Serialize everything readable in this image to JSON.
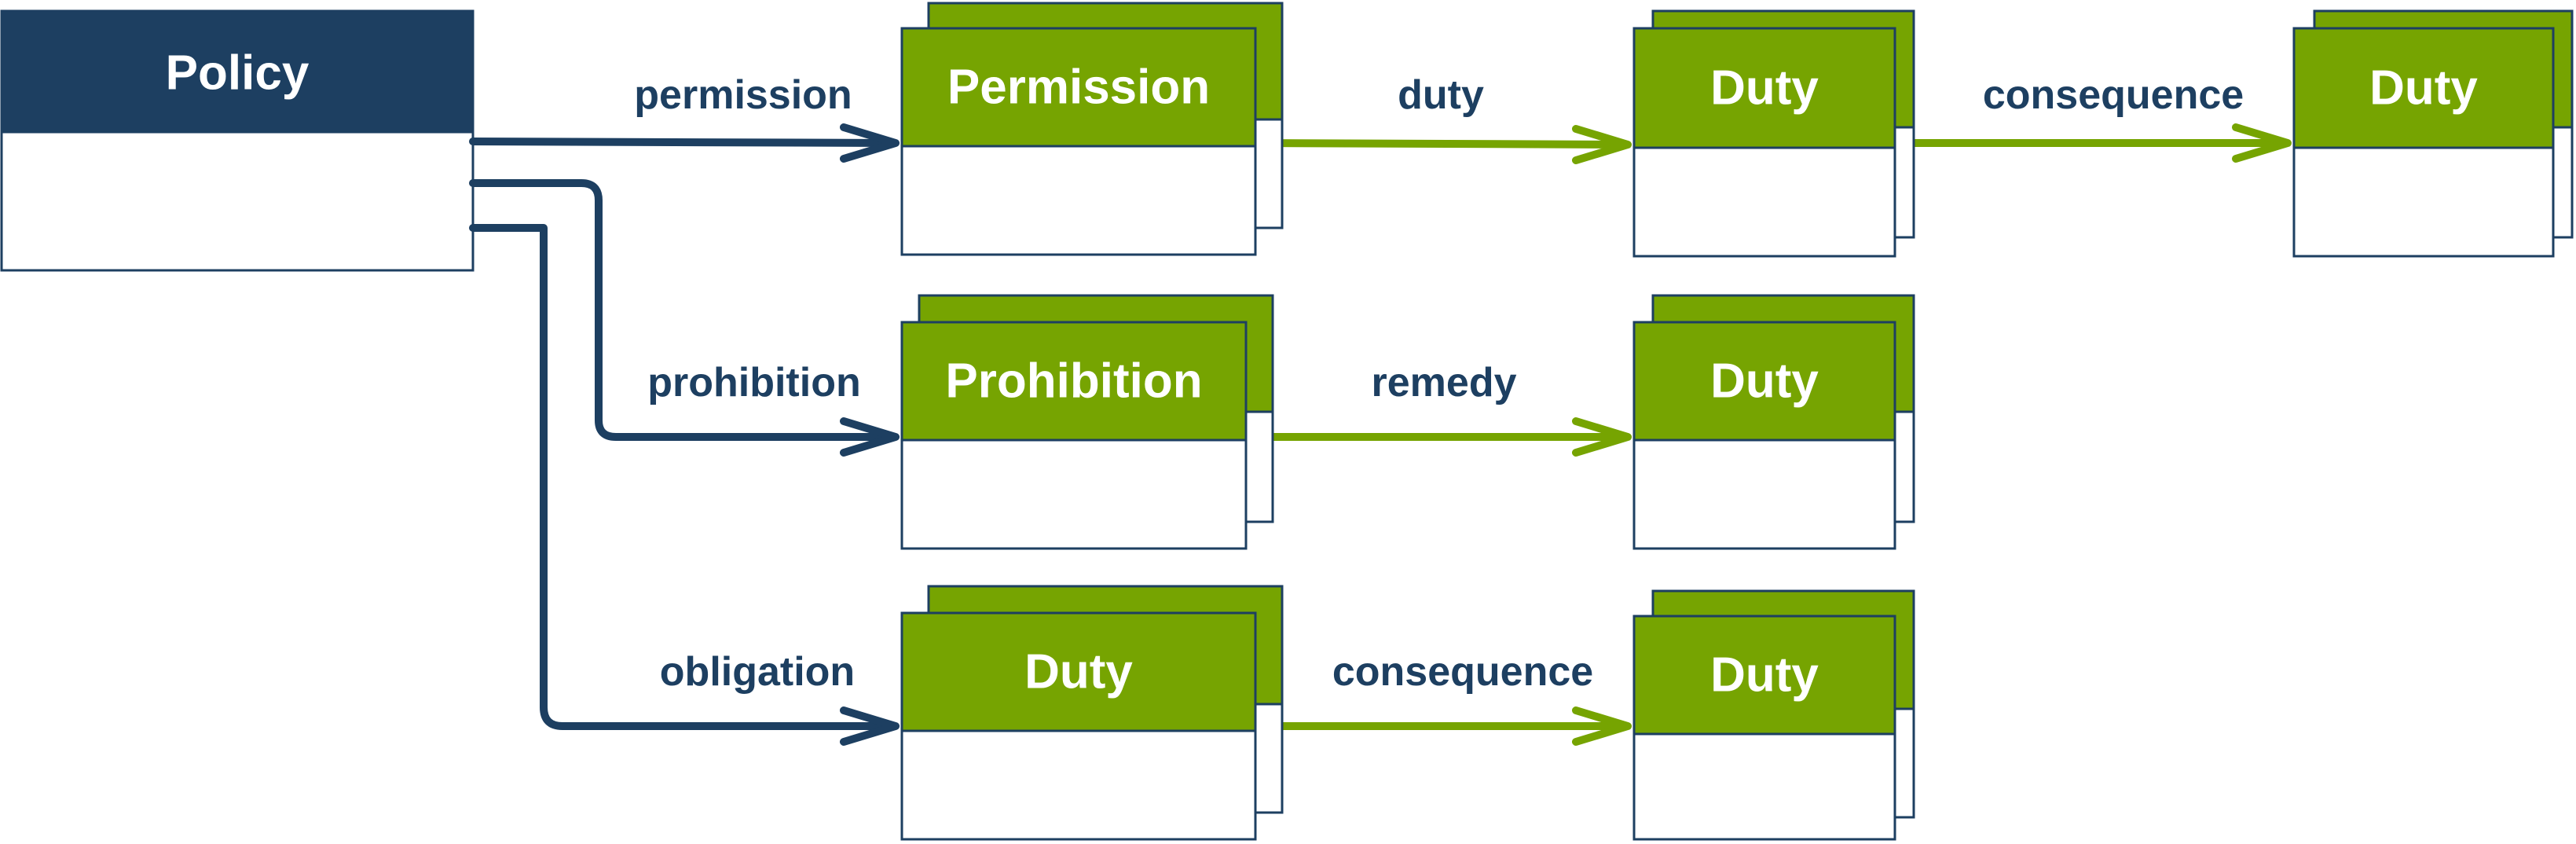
{
  "colors": {
    "navy": "#1d3f61",
    "green": "#76a401",
    "box_fill": "#ffffff"
  },
  "classes": {
    "policy": "Policy",
    "permission": "Permission",
    "prohibition": "Prohibition",
    "obligation_duty": "Duty",
    "permission_duty": "Duty",
    "consequence_duty_top": "Duty",
    "remedy_duty": "Duty",
    "consequence_duty_bottom": "Duty"
  },
  "relations": {
    "permission": "permission",
    "prohibition": "prohibition",
    "obligation": "obligation",
    "duty": "duty",
    "consequence_top": "consequence",
    "remedy": "remedy",
    "consequence_bottom": "consequence"
  }
}
